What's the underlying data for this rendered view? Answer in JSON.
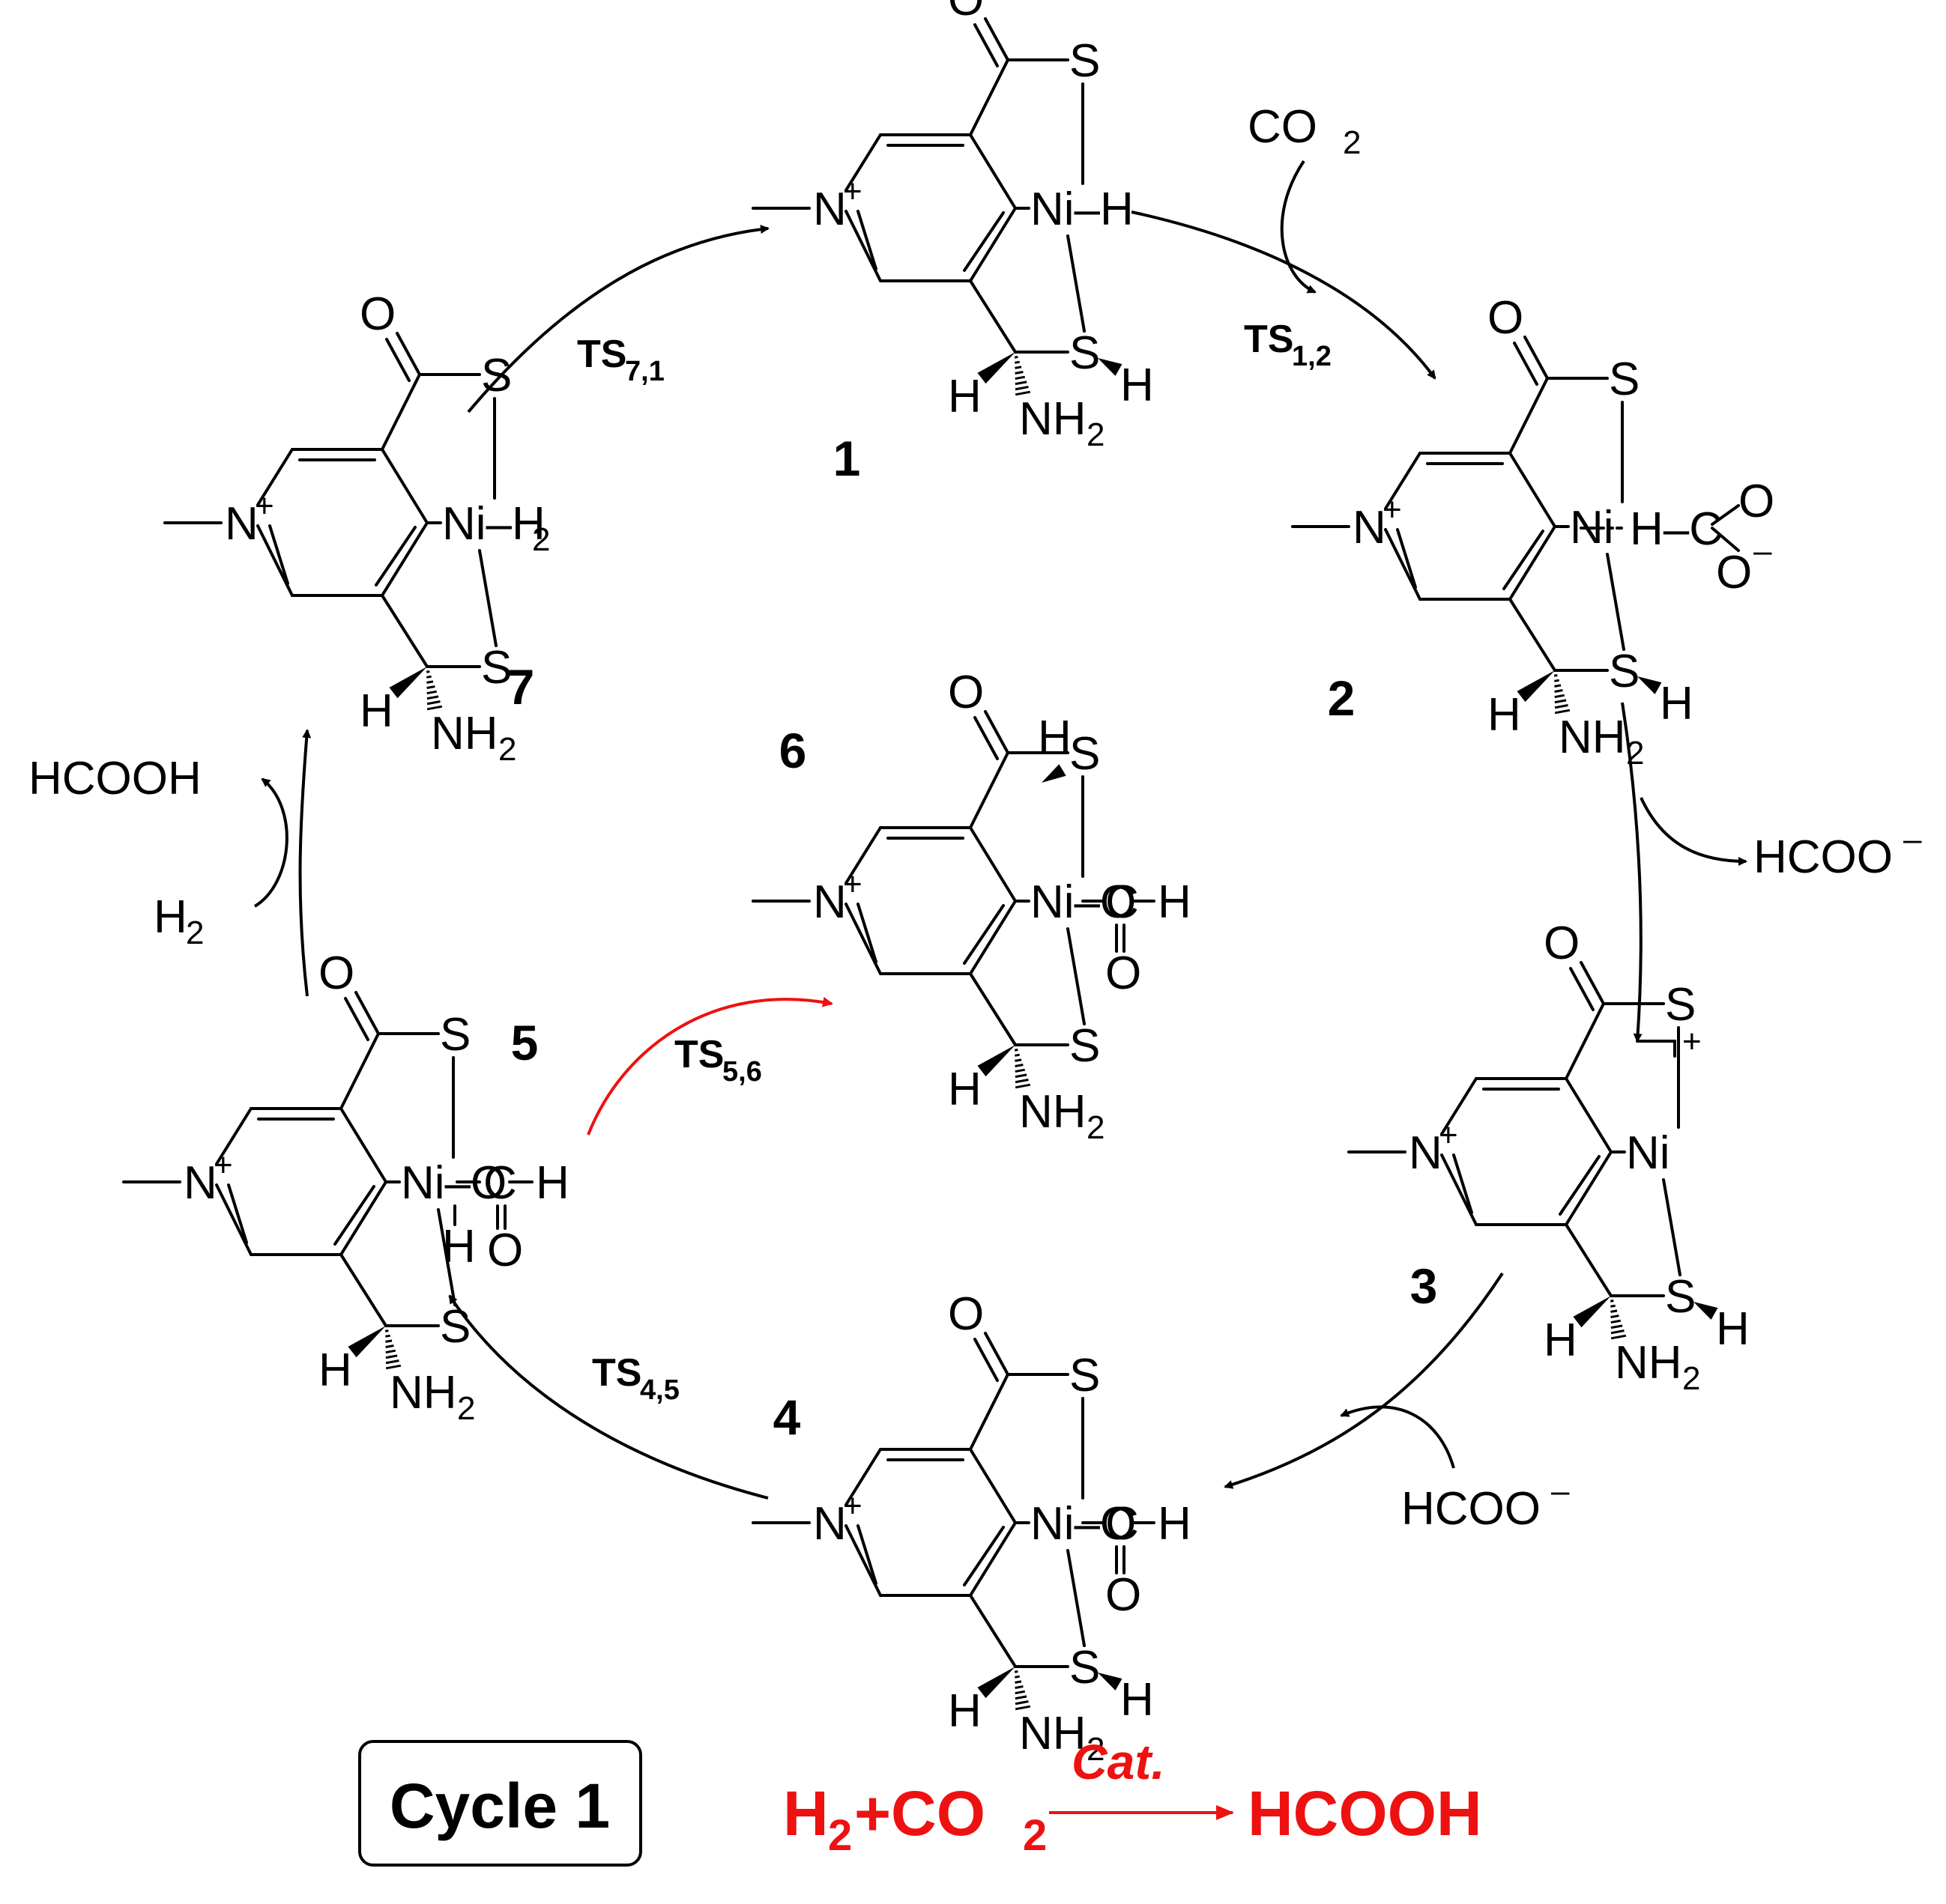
{
  "cycle_label": "Cycle 1",
  "overall_reaction": {
    "h": "H",
    "h_sub": "2",
    "plus_co": "+CO",
    "co_sub": "2",
    "catalyst": "Cat.",
    "product": "HCOOH",
    "color": "#ee1111"
  },
  "transition_states": [
    {
      "label": "TS",
      "sub": "7,1"
    },
    {
      "label": "TS",
      "sub": "1,2"
    },
    {
      "label": "TS",
      "sub": "4,5"
    },
    {
      "label": "TS",
      "sub": "5,6"
    }
  ],
  "intermediates": [
    "1",
    "2",
    "3",
    "4",
    "5",
    "6",
    "7"
  ],
  "species": {
    "co2": "CO",
    "co2_sub": "2",
    "hcoo_minus": "HCOO",
    "minus": "–",
    "hcooh": "HCOOH",
    "h2": "H",
    "h2_sub": "2"
  },
  "atoms": {
    "N": "N",
    "plus": "+",
    "Ni": "Ni",
    "S": "S",
    "O": "O",
    "C": "C",
    "H": "H",
    "NH": "NH",
    "two": "2",
    "Ni_H": "Ni–H",
    "Ni_H2": "Ni–H",
    "Ni_O": "Ni–O",
    "dashed_H_C": "H–C",
    "bracket_plus": "+"
  }
}
